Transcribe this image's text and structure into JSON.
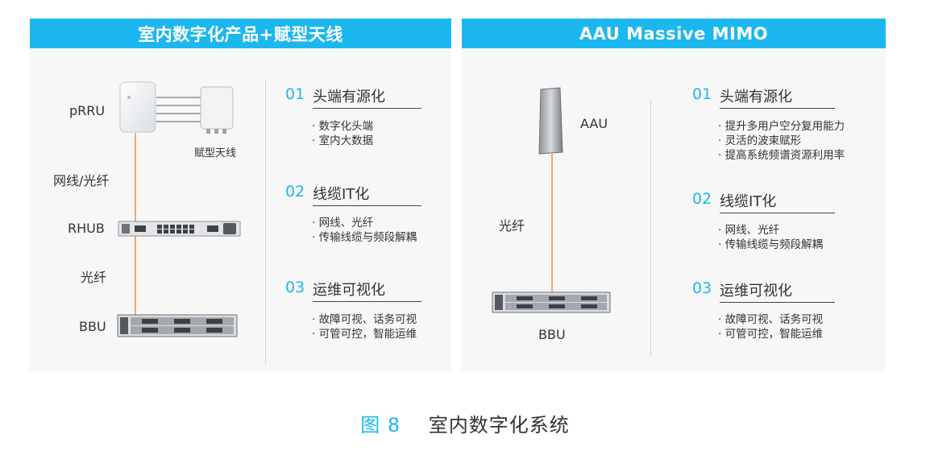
{
  "left_panel": {
    "title": "室内数字化产品+赋型天线",
    "labels": {
      "prru": "pRRU",
      "antenna": "赋型天线",
      "cable": "网线/光纤",
      "rhub": "RHUB",
      "fiber": "光纤",
      "bbu": "BBU"
    },
    "sections": [
      {
        "num": "01",
        "title": "头端有源化",
        "bullets": [
          "数字化头端",
          "室内大数据"
        ]
      },
      {
        "num": "02",
        "title": "线缆IT化",
        "bullets": [
          "网线、光纤",
          "传输线缆与频段解耦"
        ]
      },
      {
        "num": "03",
        "title": "运维可视化",
        "bullets": [
          "故障可视、话务可视",
          "可管可控，智能运维"
        ]
      }
    ]
  },
  "right_panel": {
    "title": "AAU Massive MIMO",
    "labels": {
      "aau": "AAU",
      "fiber": "光纤",
      "bbu": "BBU"
    },
    "sections": [
      {
        "num": "01",
        "title": "头端有源化",
        "bullets": [
          "提升多用户空分复用能力",
          "灵活的波束赋形",
          "提高系统频谱资源利用率"
        ]
      },
      {
        "num": "02",
        "title": "线缆IT化",
        "bullets": [
          "网线、光纤",
          "传输线缆与频段解耦"
        ]
      },
      {
        "num": "03",
        "title": "运维可视化",
        "bullets": [
          "故障可视、话务可视",
          "可管可控，智能运维"
        ]
      }
    ]
  },
  "caption": {
    "figure": "图 8",
    "text": "室内数字化系统"
  },
  "colors": {
    "accent": "#1cb7ee",
    "fiber": "#f3a86b",
    "panel_bg": "#f7f7f7"
  }
}
